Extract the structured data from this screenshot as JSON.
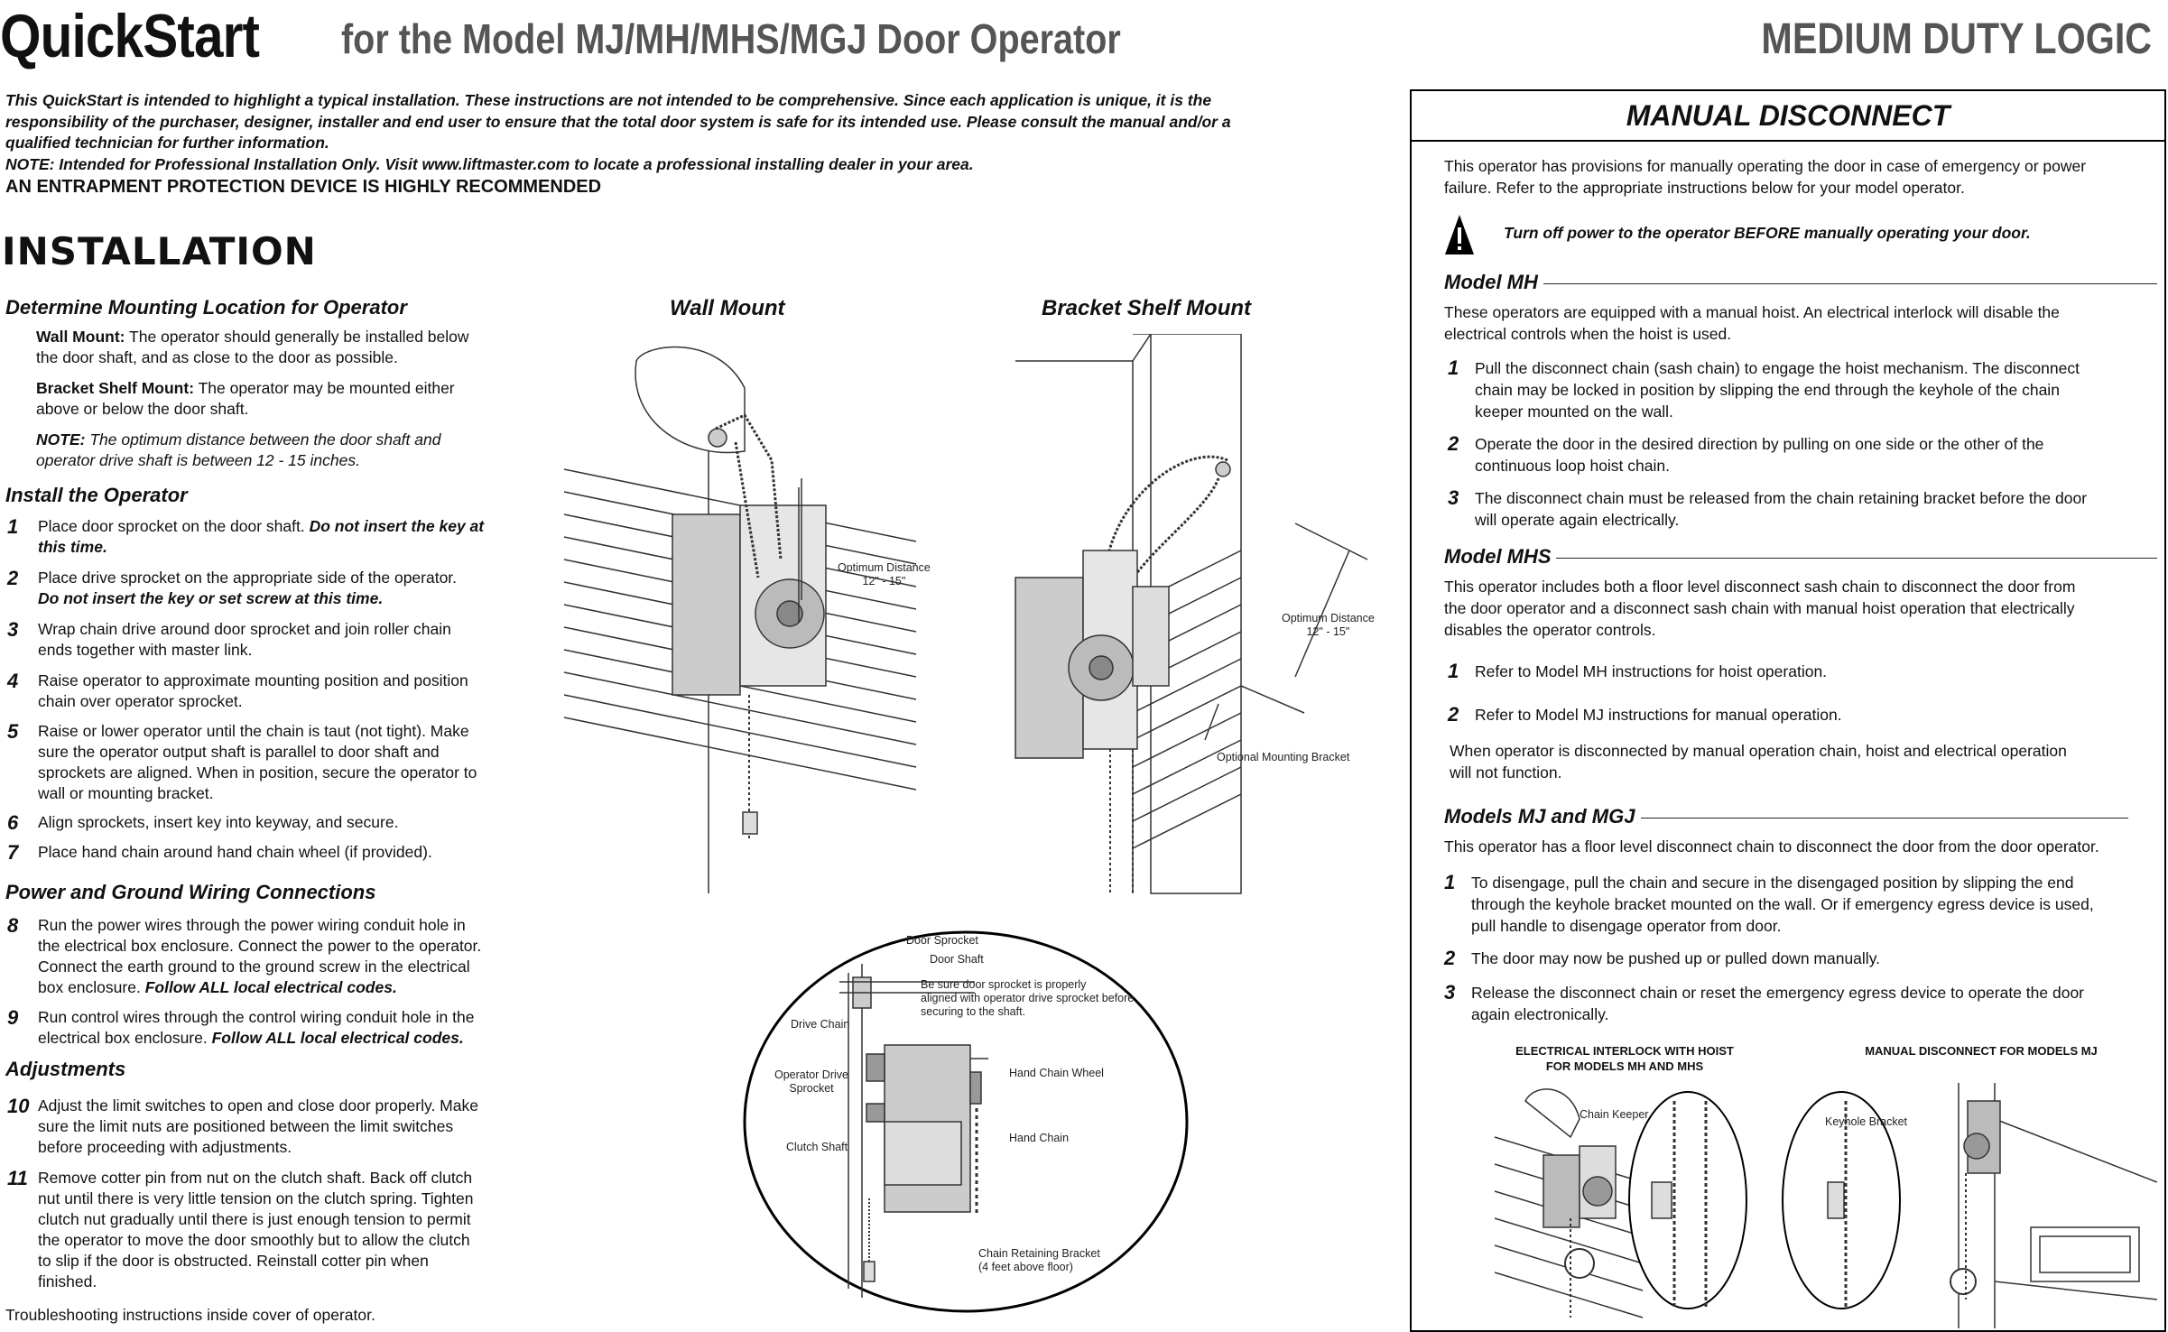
{
  "header": {
    "title": "QuickStart",
    "subtitle": "for the Model MJ/MH/MHS/MGJ Door Operator",
    "right_title": "MEDIUM DUTY LOGIC"
  },
  "intro": {
    "line1": "This QuickStart is intended to highlight a typical installation. These instructions are not intended to be comprehensive. Since each application is unique, it is the",
    "line2": "responsibility of the purchaser, designer, installer and end user to ensure that the total door system is safe for its intended use. Please consult the manual and/or a",
    "line3": "qualified technician for further information.",
    "line4": "NOTE: Intended for Professional Installation Only. Visit www.liftmaster.com to locate a professional installing dealer in your area.",
    "warning": "AN ENTRAPMENT PROTECTION DEVICE IS HIGHLY RECOMMENDED"
  },
  "installation": {
    "heading": "INSTALLATION",
    "mounting": {
      "heading": "Determine Mounting Location for Operator",
      "wall_label": "Wall Mount:",
      "wall_l1": "The operator should generally be installed below",
      "wall_l2": "the door shaft, and as close to the door as possible.",
      "bracket_label": "Bracket Shelf Mount:",
      "bracket_l1": "The operator may be mounted either",
      "bracket_l2": "above or below the door shaft.",
      "note_label": "NOTE:",
      "note_l1": "The optimum distance between the door shaft and",
      "note_l2": "operator drive shaft is between 12 - 15 inches."
    },
    "install_op": {
      "heading": "Install the Operator",
      "s1_num": "1",
      "s1a": "Place door sprocket on the door shaft.",
      "s1b": "Do not insert the key at",
      "s1c": "this time.",
      "s2_num": "2",
      "s2a": "Place drive sprocket on the appropriate side of the operator.",
      "s2b": "Do not insert the key or set screw at this time.",
      "s3_num": "3",
      "s3a": "Wrap chain drive around door sprocket and join roller chain",
      "s3b": "ends together with master link.",
      "s4_num": "4",
      "s4a": "Raise operator to approximate mounting position and position",
      "s4b": "chain over operator sprocket.",
      "s5_num": "5",
      "s5a": "Raise or lower operator until the chain is taut (not tight). Make",
      "s5b": "sure the operator output shaft is parallel to door shaft and",
      "s5c": "sprockets are aligned. When in position, secure the operator to",
      "s5d": "wall or mounting bracket.",
      "s6_num": "6",
      "s6a": "Align sprockets, insert key into keyway, and secure.",
      "s7_num": "7",
      "s7a": "Place hand chain around hand chain wheel (if provided)."
    },
    "power": {
      "heading": "Power and Ground Wiring Connections",
      "s8_num": "8",
      "s8a": "Run the power wires through the power wiring conduit hole in",
      "s8b": "the electrical box enclosure. Connect the power to the operator.",
      "s8c": "Connect the earth ground to the ground screw in the electrical",
      "s8d": "box enclosure.",
      "s8e": "Follow ALL local electrical codes.",
      "s9_num": "9",
      "s9a": "Run control wires through the control wiring conduit hole in the",
      "s9b": "electrical box enclosure.",
      "s9c": "Follow ALL local electrical codes."
    },
    "adjust": {
      "heading": "Adjustments",
      "s10_num": "10",
      "s10a": "Adjust the limit switches to open and close door properly. Make",
      "s10b": "sure the limit nuts are positioned between the limit switches",
      "s10c": "before proceeding with adjustments.",
      "s11_num": "11",
      "s11a": "Remove cotter pin from nut on the clutch shaft. Back off clutch",
      "s11b": "nut until there is very little tension on the clutch spring. Tighten",
      "s11c": "clutch nut gradually until there is just enough tension to permit",
      "s11d": "the operator to move the door smoothly but to allow the clutch",
      "s11e": "to slip if the door is obstructed. Reinstall cotter pin when",
      "s11f": "finished."
    },
    "troubleshoot": "Troubleshooting instructions inside cover of operator."
  },
  "figures": {
    "wall_mount": "Wall Mount",
    "bracket_mount": "Bracket Shelf Mount",
    "opt_dist_1a": "Optimum Distance",
    "opt_dist_1b": "12\" - 15\"",
    "opt_dist_2a": "Optimum Distance",
    "opt_dist_2b": "12\" - 15\"",
    "opt_bracket": "Optional Mounting Bracket",
    "door_sprocket": "Door Sprocket",
    "door_shaft": "Door Shaft",
    "be_sure_1": "Be sure door sprocket is properly",
    "be_sure_2": "aligned with operator drive sprocket before",
    "be_sure_3": "securing to the shaft.",
    "drive_chain": "Drive Chain",
    "op_drive_1": "Operator Drive",
    "op_drive_2": "Sprocket",
    "hand_chain_wheel": "Hand Chain Wheel",
    "clutch_shaft": "Clutch Shaft",
    "hand_chain": "Hand Chain",
    "crb_1": "Chain Retaining Bracket",
    "crb_2": "(4 feet above floor)"
  },
  "manual": {
    "title": "MANUAL DISCONNECT",
    "intro1": "This operator has provisions for manually operating the door in case of emergency or power",
    "intro2": "failure. Refer to the appropriate instructions below for your model operator.",
    "warn": "Turn off power to the operator BEFORE manually operating your door.",
    "mh": {
      "heading": "Model MH",
      "t1": "These operators are equipped with a manual hoist. An electrical interlock will disable the",
      "t2": "electrical controls when the hoist is used.",
      "s1_num": "1",
      "s1a": "Pull the disconnect chain (sash chain) to engage the hoist mechanism. The disconnect",
      "s1b": "chain may be locked in position by slipping the end through the keyhole of the chain",
      "s1c": "keeper mounted on the wall.",
      "s2_num": "2",
      "s2a": "Operate the door in the desired direction by pulling on one side or the other of the",
      "s2b": "continuous loop hoist chain.",
      "s3_num": "3",
      "s3a": "The disconnect chain must be released from the chain retaining bracket before the door",
      "s3b": "will operate again electrically."
    },
    "mhs": {
      "heading": "Model MHS",
      "t1": "This operator includes both a floor level disconnect sash chain to disconnect the door from",
      "t2": "the door operator and a disconnect sash chain with manual hoist operation that electrically",
      "t3": "disables the operator controls.",
      "s1_num": "1",
      "s1a": "Refer to Model MH instructions for hoist operation.",
      "s2_num": "2",
      "s2a": "Refer to Model MJ instructions for manual operation.",
      "n1": "When operator is disconnected by manual operation chain, hoist and electrical operation",
      "n2": "will not function."
    },
    "mj": {
      "heading": "Models MJ and MGJ",
      "t1": "This operator has a floor level disconnect chain to disconnect the door from the door operator.",
      "s1_num": "1",
      "s1a": "To disengage, pull the chain and secure in the disengaged position by slipping the end",
      "s1b": "through the keyhole bracket mounted on the wall. Or if emergency egress device is used,",
      "s1c": "pull handle to disengage operator from door.",
      "s2_num": "2",
      "s2a": "The door may now be pushed up or pulled down manually.",
      "s3_num": "3",
      "s3a": "Release the disconnect chain or reset the emergency egress device to operate the door",
      "s3b": "again electronically."
    },
    "cap1a": "ELECTRICAL INTERLOCK WITH HOIST",
    "cap1b": "FOR MODELS MH AND MHS",
    "cap2": "MANUAL DISCONNECT FOR MODELS MJ",
    "chain_keeper": "Chain Keeper",
    "keyhole_bracket": "Keyhole Bracket"
  }
}
